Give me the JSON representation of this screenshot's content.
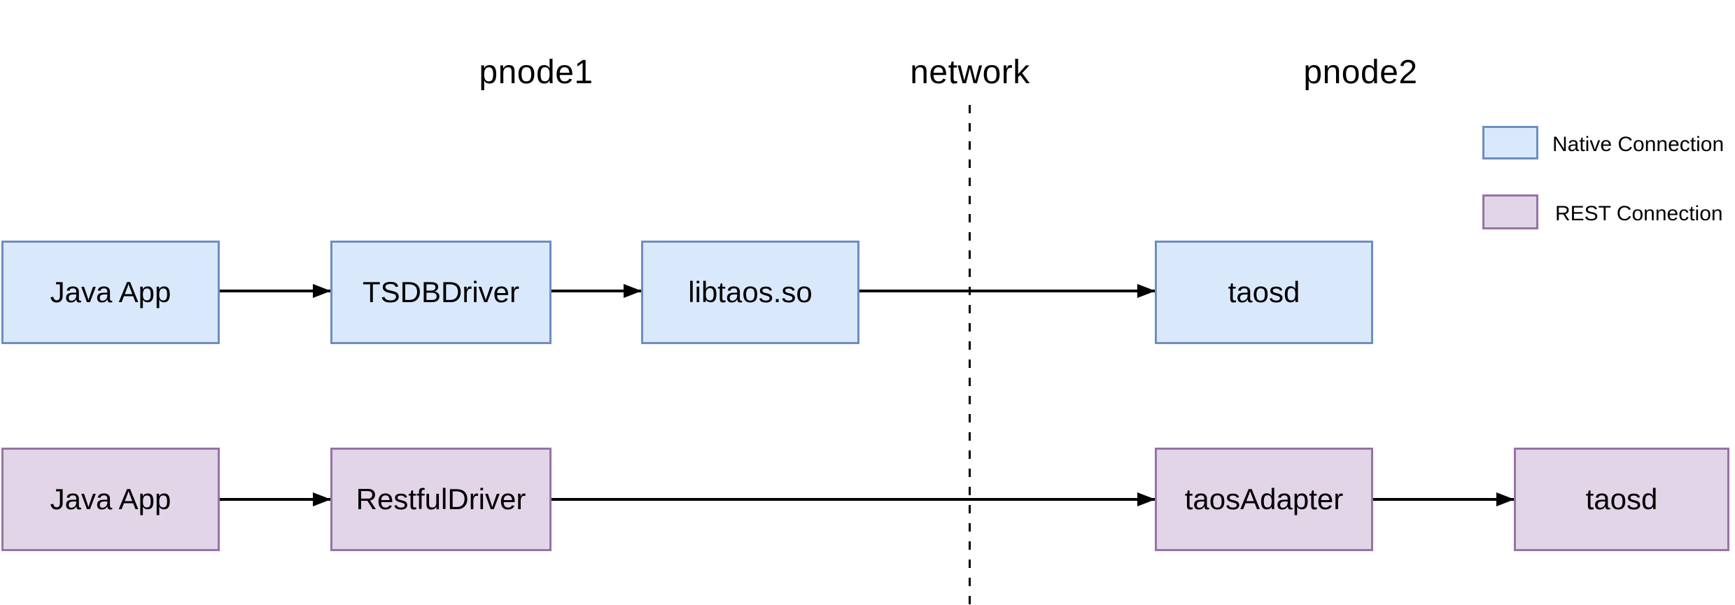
{
  "columns": [
    {
      "label": "pnode1"
    },
    {
      "label": "network"
    },
    {
      "label": "pnode2"
    }
  ],
  "flows": {
    "native": {
      "nodes": [
        {
          "label": "Java App"
        },
        {
          "label": "TSDBDriver"
        },
        {
          "label": "libtaos.so"
        },
        {
          "label": "taosd"
        }
      ],
      "edges": [
        "Java App -> TSDBDriver",
        "TSDBDriver -> libtaos.so",
        "libtaos.so -> taosd"
      ]
    },
    "rest": {
      "nodes": [
        {
          "label": "Java App"
        },
        {
          "label": "RestfulDriver"
        },
        {
          "label": "taosAdapter"
        },
        {
          "label": "taosd"
        }
      ],
      "edges": [
        "Java App -> RestfulDriver",
        "RestfulDriver -> taosAdapter",
        "taosAdapter -> taosd"
      ]
    }
  },
  "legend": {
    "items": [
      {
        "swatch": "native",
        "label": "Native Connection"
      },
      {
        "swatch": "rest",
        "label": "REST Connection"
      }
    ]
  },
  "colors": {
    "native_fill": "#dae8fc",
    "native_stroke": "#6c8ebf",
    "rest_fill": "#e1d5e7",
    "rest_stroke": "#9673a6",
    "arrow": "#000000",
    "text": "#000000",
    "background": "#ffffff"
  }
}
